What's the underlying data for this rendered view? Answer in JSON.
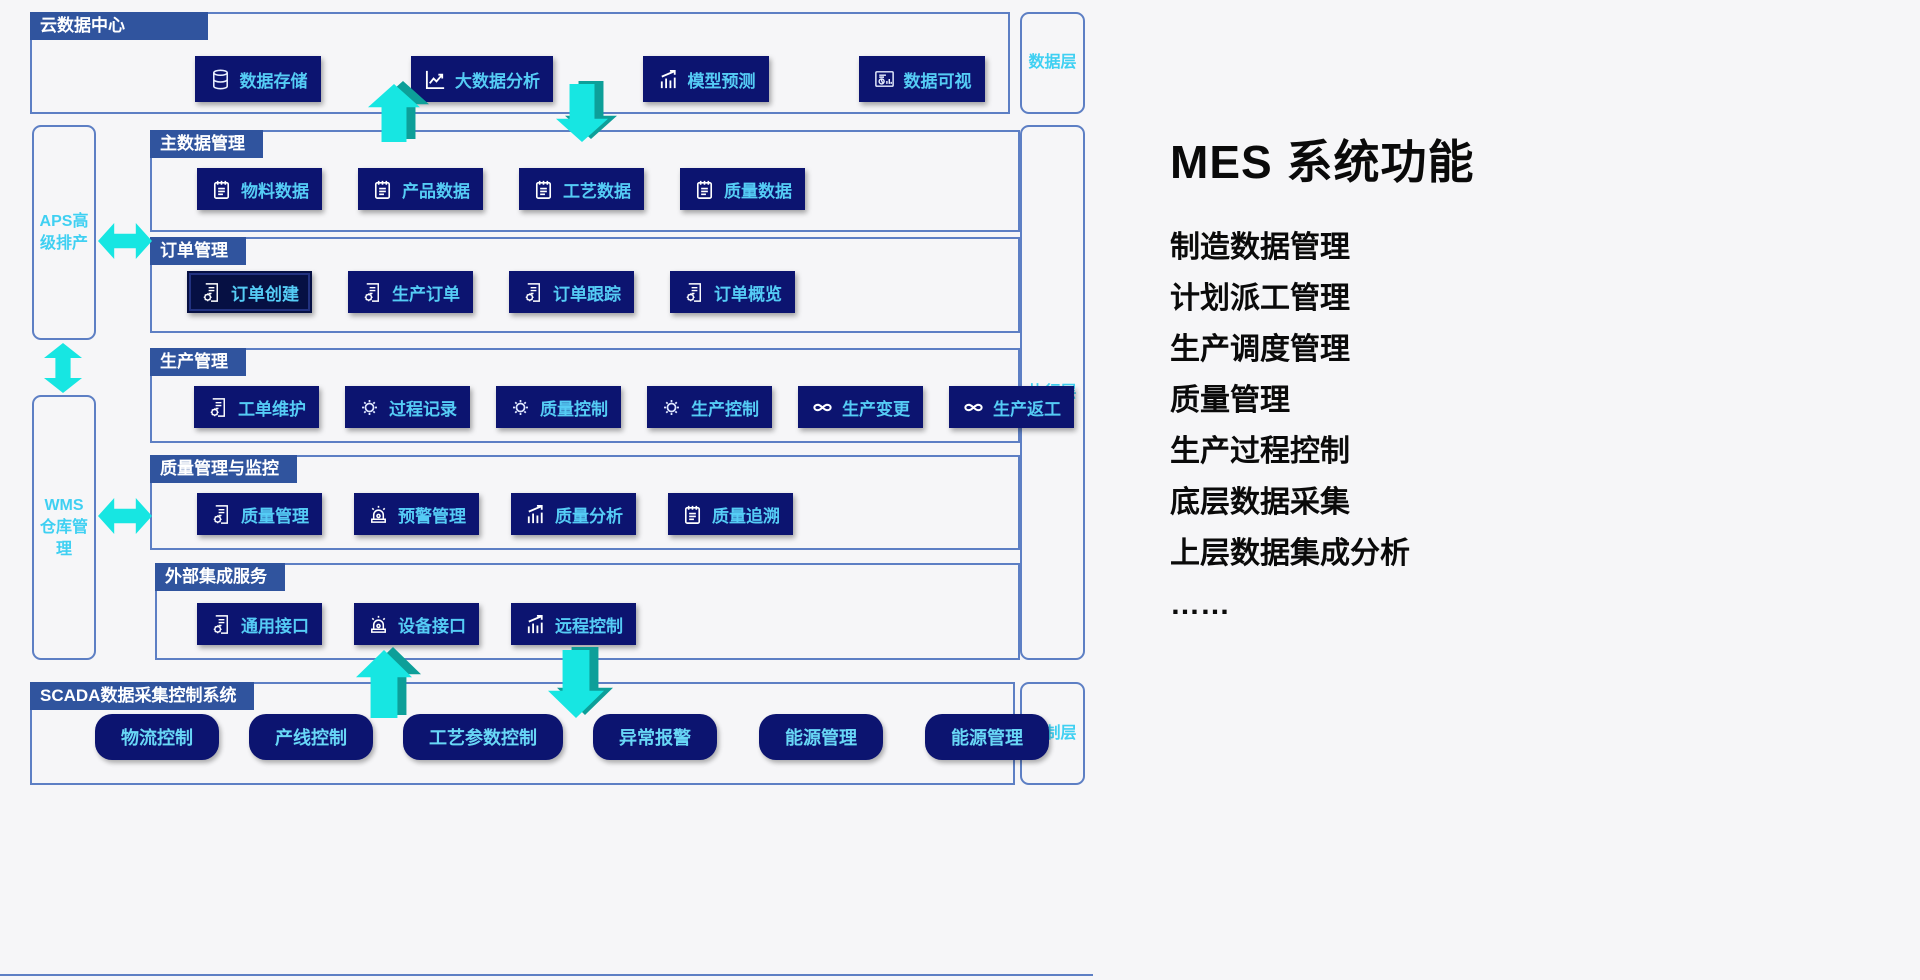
{
  "colors": {
    "background": "#f6f6f8",
    "border_blue": "#5d7fc4",
    "tab_blue": "#30549e",
    "button_navy": "#0c1470",
    "highlight_navy": "#061043",
    "button_text_cyan": "#55ccf5",
    "layer_label_cyan": "#3fd0f2",
    "arrow_cyan": "#17e6e2",
    "arrow_teal": "#0d9f99",
    "panel_text_black": "#0a0a0a"
  },
  "cloud": {
    "header": "云数据中心",
    "buttons": [
      {
        "label": "数据存储",
        "icon": "database-icon"
      },
      {
        "label": "大数据分析",
        "icon": "line-chart-icon"
      },
      {
        "label": "模型预测",
        "icon": "trend-chart-icon"
      },
      {
        "label": "数据可视",
        "icon": "dashboard-icon"
      }
    ]
  },
  "layers": {
    "data_layer": "数据层",
    "execution_layer": "执行层",
    "control_layer": "控制层"
  },
  "side": {
    "aps": "APS高级排产",
    "wms": "WMS仓库管理"
  },
  "sections": [
    {
      "header": "主数据管理",
      "buttons": [
        {
          "label": "物料数据",
          "icon": "notepad-icon"
        },
        {
          "label": "产品数据",
          "icon": "notepad-icon"
        },
        {
          "label": "工艺数据",
          "icon": "notepad-icon"
        },
        {
          "label": "质量数据",
          "icon": "notepad-icon"
        }
      ]
    },
    {
      "header": "订单管理",
      "buttons": [
        {
          "label": "订单创建",
          "icon": "doc-gear-icon"
        },
        {
          "label": "生产订单",
          "icon": "doc-gear-icon"
        },
        {
          "label": "订单跟踪",
          "icon": "doc-gear-icon"
        },
        {
          "label": "订单概览",
          "icon": "doc-gear-icon"
        }
      ]
    },
    {
      "header": "生产管理",
      "buttons": [
        {
          "label": "工单维护",
          "icon": "doc-gear-icon"
        },
        {
          "label": "过程记录",
          "icon": "gear-icon"
        },
        {
          "label": "质量控制",
          "icon": "gear-icon"
        },
        {
          "label": "生产控制",
          "icon": "gear-icon"
        },
        {
          "label": "生产变更",
          "icon": "infinity-icon"
        },
        {
          "label": "生产返工",
          "icon": "infinity-icon"
        }
      ]
    },
    {
      "header": "质量管理与监控",
      "buttons": [
        {
          "label": "质量管理",
          "icon": "doc-gear-icon"
        },
        {
          "label": "预警管理",
          "icon": "alarm-icon"
        },
        {
          "label": "质量分析",
          "icon": "trend-chart-icon"
        },
        {
          "label": "质量追溯",
          "icon": "notepad-icon"
        }
      ]
    },
    {
      "header": "外部集成服务",
      "buttons": [
        {
          "label": "通用接口",
          "icon": "doc-gear-icon"
        },
        {
          "label": "设备接口",
          "icon": "alarm-icon"
        },
        {
          "label": "远程控制",
          "icon": "trend-chart-icon"
        }
      ]
    }
  ],
  "scada": {
    "header": "SCADA数据采集控制系统",
    "buttons": [
      "物流控制",
      "产线控制",
      "工艺参数控制",
      "异常报警",
      "能源管理",
      "能源管理"
    ]
  },
  "mes_panel": {
    "title": "MES 系统功能",
    "items": [
      "制造数据管理",
      "计划派工管理",
      "生产调度管理",
      "质量管理",
      "生产过程控制",
      "底层数据采集",
      "上层数据集成分析",
      "……"
    ]
  }
}
